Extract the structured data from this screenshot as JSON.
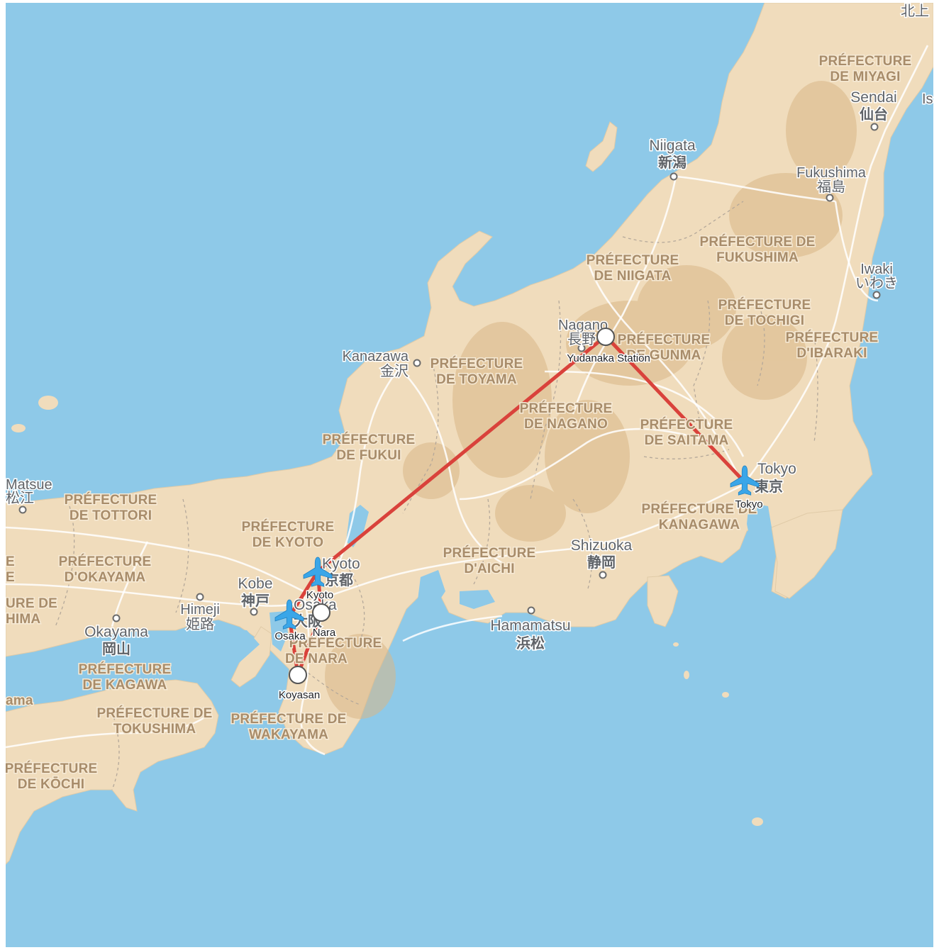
{
  "map": {
    "water_color": "#8ec9e8",
    "land_color": "#f0dcbc",
    "route_color": "#d9423b",
    "marker_color": "#3aa6e8"
  },
  "stops": {
    "tokyo": "Tokyo",
    "yudanaka": "Yudanaka Station",
    "kyoto": "Kyoto",
    "nara": "Nara",
    "osaka": "Osaka",
    "koyasan": "Koyasan"
  },
  "cities": {
    "niigata": {
      "en": "Niigata",
      "jp": "新潟"
    },
    "sendai": {
      "en": "Sendai",
      "jp": "仙台"
    },
    "fukushima": {
      "en": "Fukushima",
      "jp": "福島"
    },
    "iwaki": {
      "en": "Iwaki",
      "jp": "いわき"
    },
    "nagano": {
      "en": "Nagano",
      "jp": "長野"
    },
    "kanazawa": {
      "en": "Kanazawa",
      "jp": "金沢"
    },
    "tokyo": {
      "en": "Tokyo",
      "jp": "東京"
    },
    "shizuoka": {
      "en": "Shizuoka",
      "jp": "静岡"
    },
    "hamamatsu": {
      "en": "Hamamatsu",
      "jp": "浜松"
    },
    "kyoto": {
      "en": "Kyoto",
      "jp": "京都"
    },
    "osaka": {
      "en": "Osaka",
      "jp": "大阪"
    },
    "kobe": {
      "en": "Kobe",
      "jp": "神戸"
    },
    "himeji": {
      "en": "Himeji",
      "jp": "姫路"
    },
    "okayama": {
      "en": "Okayama",
      "jp": "岡山"
    },
    "matsue": {
      "en": "Matsue",
      "jp": "松江"
    },
    "topright": "北上",
    "edge_is": "Is"
  },
  "prefectures": {
    "miyagi": [
      "PRÉFECTURE",
      "DE MIYAGI"
    ],
    "fukushima": [
      "PRÉFECTURE DE",
      "FUKUSHIMA"
    ],
    "niigata": [
      "PRÉFECTURE",
      "DE NIIGATA"
    ],
    "tochigi": [
      "PRÉFECTURE",
      "DE TOCHIGI"
    ],
    "ibaraki": [
      "PRÉFECTURE",
      "D'IBARAKI"
    ],
    "gunma": [
      "PRÉFECTURE",
      "DE GUNMA"
    ],
    "toyama": [
      "PRÉFECTURE",
      "DE TOYAMA"
    ],
    "nagano": [
      "PRÉFECTURE",
      "DE NAGANO"
    ],
    "saitama": [
      "PRÉFECTURE",
      "DE SAITAMA"
    ],
    "fukui": [
      "PRÉFECTURE",
      "DE FUKUI"
    ],
    "kanagawa": [
      "PRÉFECTURE DE",
      "KANAGAWA"
    ],
    "aichi": [
      "PRÉFECTURE",
      "D'AICHI"
    ],
    "kyoto": [
      "PRÉFECTURE",
      "DE KYOTO"
    ],
    "tottori": [
      "PRÉFECTURE",
      "DE TOTTORI"
    ],
    "okayama": [
      "PRÉFECTURE",
      "D'OKAYAMA"
    ],
    "hiroshima": [
      "URE DE",
      "HIMA"
    ],
    "nara": [
      "PRÉFECTURE",
      "DE NARA"
    ],
    "kagawa": [
      "PRÉFECTURE",
      "DE KAGAWA"
    ],
    "tokushima": [
      "PRÉFECTURE DE",
      "TOKUSHIMA"
    ],
    "wakayama": [
      "PRÉFECTURE DE",
      "WAKAYAMA"
    ],
    "kochi": [
      "PRÉFECTURE",
      "DE KŌCHI"
    ],
    "edge_left": [
      "E",
      "E"
    ],
    "edge_ama": "ama"
  }
}
